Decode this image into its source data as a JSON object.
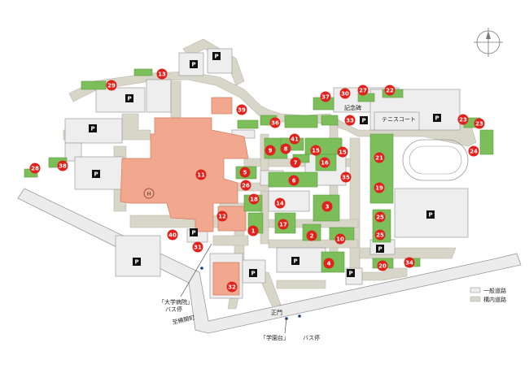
{
  "labels": {
    "tennis": "テニスコート",
    "monument": "記念碑",
    "seimon": "正門",
    "road": "至横関町",
    "bus_hospital_1": "「大学病院」",
    "bus_hospital_2": "バス停",
    "bus_gakuen": "「学園台」",
    "bus_gakuen_2": "バス停",
    "heli": "H"
  },
  "legend": {
    "public_road": "一般道路",
    "campus_road": "構内道路"
  },
  "parking_label": "P",
  "colors": {
    "road": "#d8d6c8",
    "public_road": "#ececec",
    "building": "#eeeeee",
    "hospital": "#f2a88e",
    "green": "#7cbf5a",
    "marker": "#e0211c",
    "parking": "#111111"
  },
  "markers": [
    "1",
    "2",
    "3",
    "4",
    "5",
    "6",
    "7",
    "8",
    "9",
    "10",
    "11",
    "12",
    "13",
    "14",
    "15",
    "15",
    "16",
    "17",
    "18",
    "19",
    "20",
    "21",
    "22",
    "23",
    "23",
    "24",
    "25",
    "25",
    "26",
    "27",
    "28",
    "29",
    "30",
    "31",
    "32",
    "33",
    "34",
    "35",
    "36",
    "37",
    "38",
    "39",
    "40",
    "41"
  ]
}
